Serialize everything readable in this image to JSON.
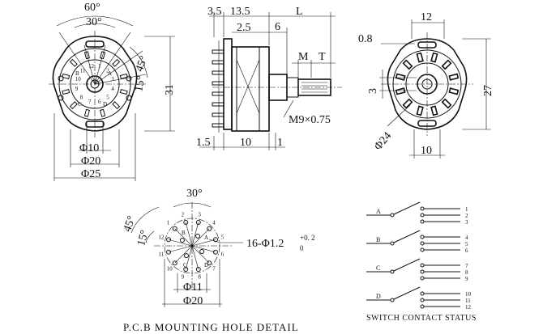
{
  "front_view": {
    "angle_outer": "60°",
    "angle_inner": "30°",
    "angle_side": "45°",
    "angle_small": "15°",
    "height": "31",
    "dia_small": "Φ10",
    "dia_mid": "Φ20",
    "dia_large": "Φ25",
    "section_letters": [
      "A",
      "B",
      "C",
      "D"
    ],
    "pin_numbers": [
      "1",
      "2",
      "3",
      "4",
      "5",
      "6",
      "7",
      "8",
      "9",
      "10",
      "11",
      "12"
    ]
  },
  "side_view": {
    "dim_left": "3.5",
    "dim_body": "13.5",
    "dim_shaft": "L",
    "dim_a": "2.5",
    "dim_b": "6",
    "dim_m": "M",
    "dim_t": "T",
    "thread": "M9×0.75",
    "dim_bottom_left": "1.5",
    "dim_bottom_mid": "10",
    "dim_bottom_right": "1"
  },
  "rear_view": {
    "width": "12",
    "offset": "0.8",
    "height": "27",
    "gap": "3",
    "dia": "Φ24",
    "bottom": "10"
  },
  "pcb": {
    "title": "P.C.B MOUNTING HOLE DETAIL",
    "angle_top": "30°",
    "angle_side": "45°",
    "angle_small": "15°",
    "holes": "16-Φ1.2",
    "tol_upper": "+0. 2",
    "tol_lower": "0",
    "dia_inner": "Φ11",
    "dia_outer": "Φ20"
  },
  "switch": {
    "title": "SWITCH CONTACT STATUS",
    "poles": [
      {
        "label": "A",
        "contacts": [
          "1",
          "2",
          "3"
        ]
      },
      {
        "label": "B",
        "contacts": [
          "4",
          "5",
          "6"
        ]
      },
      {
        "label": "C",
        "contacts": [
          "7",
          "8",
          "9"
        ]
      },
      {
        "label": "D",
        "contacts": [
          "10",
          "11",
          "12"
        ]
      }
    ]
  }
}
